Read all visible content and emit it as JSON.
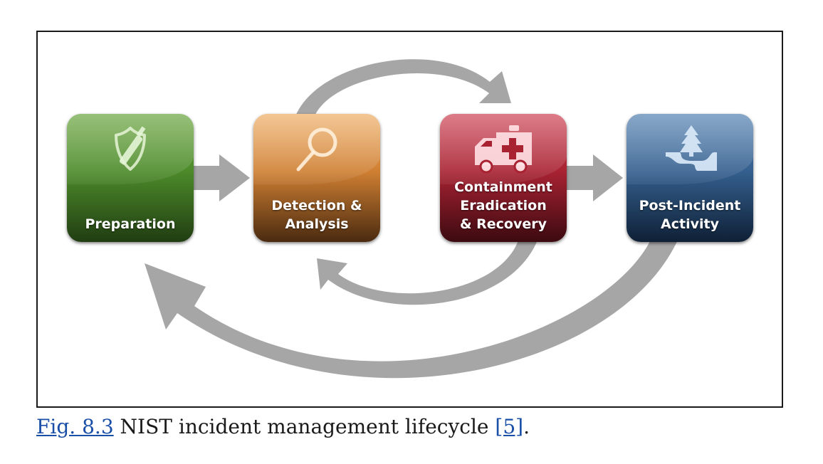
{
  "diagram": {
    "steps": [
      {
        "id": "prep",
        "lines": [
          "Preparation"
        ],
        "icon": "shield-syringe-icon",
        "color": "#4c8a2a"
      },
      {
        "id": "detect",
        "lines": [
          "Detection &",
          "Analysis"
        ],
        "icon": "magnifier-icon",
        "color": "#cf7f32"
      },
      {
        "id": "contain",
        "lines": [
          "Containment",
          "Eradication",
          "& Recovery"
        ],
        "icon": "ambulance-icon",
        "color": "#a82232"
      },
      {
        "id": "post",
        "lines": [
          "Post-Incident",
          "Activity"
        ],
        "icon": "landscape-tree-icon",
        "color": "#345f8e"
      }
    ],
    "arrow_color": "#a6a6a6"
  },
  "caption": {
    "fig_ref": "Fig. 8.3",
    "text": " NIST incident management lifecycle ",
    "cite": "[5]",
    "end": "."
  }
}
